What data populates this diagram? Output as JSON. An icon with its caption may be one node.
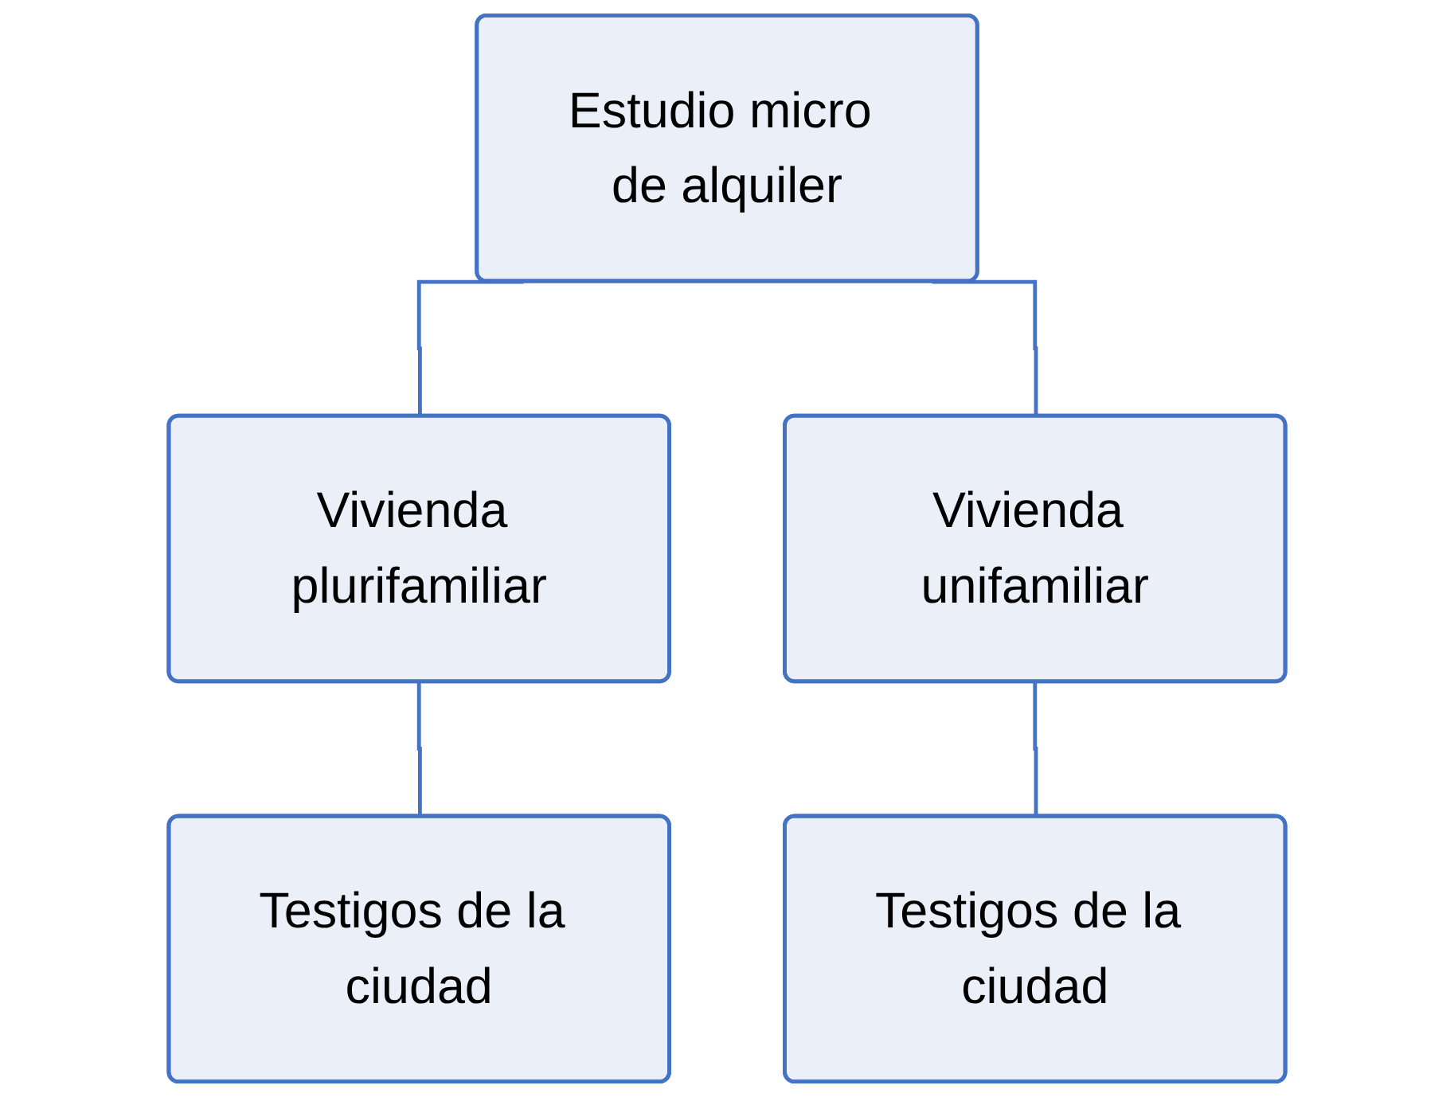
{
  "diagram": {
    "nodes": [
      {
        "text": [
          "Estudio micro de alquiler"
        ]
      },
      {
        "text": [
          "Vivienda plurifamiliar"
        ]
      },
      {
        "text": [
          "Vivienda unifamiliar"
        ]
      },
      {
        "text": [
          "Testigos de la ciudad"
        ]
      },
      {
        "text": [
          "Testigos de la ciudad"
        ]
      }
    ],
    "edges": [
      {
        "from": 0,
        "to": 1,
        "arrow": "none"
      },
      {
        "from": 0,
        "to": 2,
        "arrow": "none"
      },
      {
        "from": 1,
        "to": 3,
        "arrow": "none"
      },
      {
        "from": 2,
        "to": 4,
        "arrow": "none"
      }
    ]
  }
}
